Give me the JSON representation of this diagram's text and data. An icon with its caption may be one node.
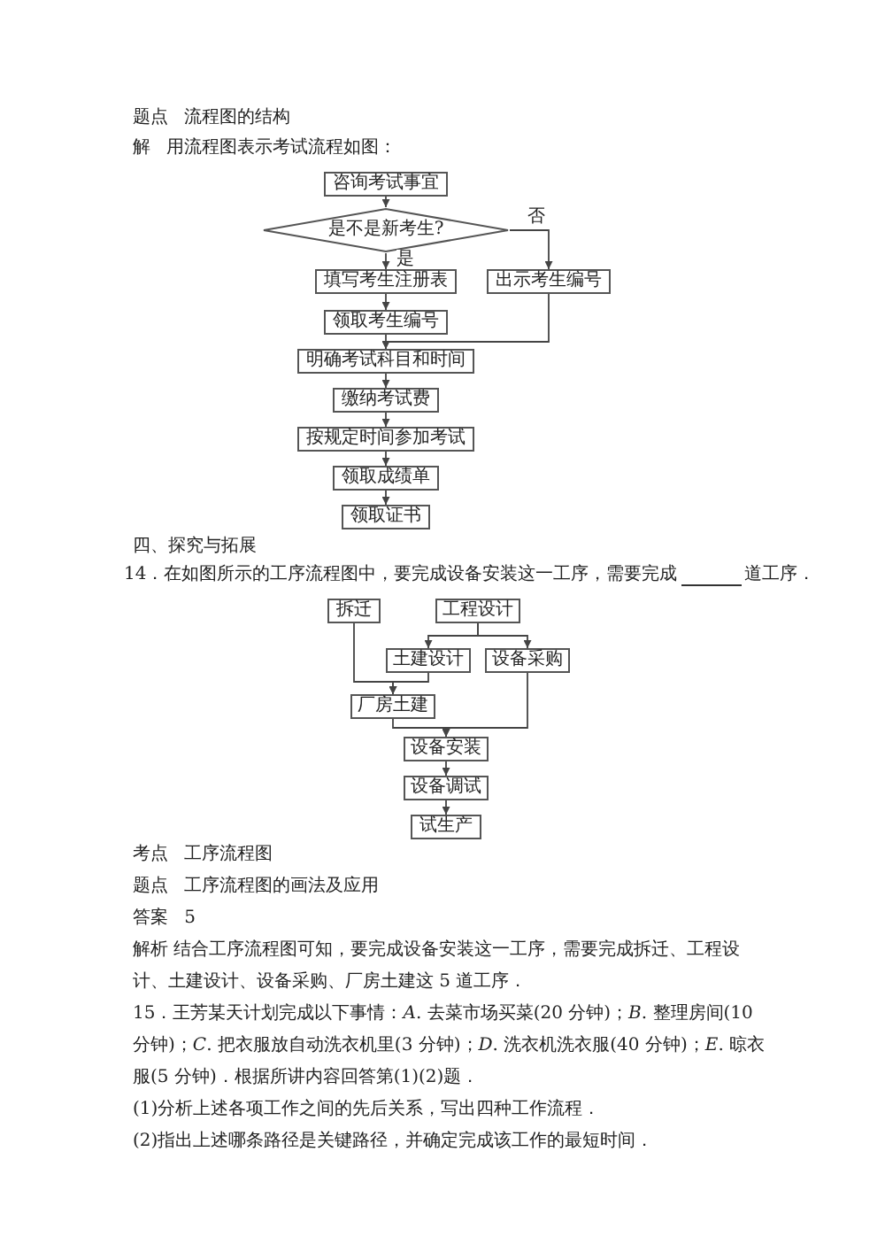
{
  "diagram": {
    "nodes": [
      {
        "text": [
          "咨询考试事宜"
        ]
      },
      {
        "text": [
          "是不是新考生?"
        ]
      },
      {
        "text": [
          "填写考生注册表"
        ]
      },
      {
        "text": [
          "出示考生编号"
        ]
      },
      {
        "text": [
          "领取考生编号"
        ]
      },
      {
        "text": [
          "明确考试科目和时间"
        ]
      },
      {
        "text": [
          "缴纳考试费"
        ]
      },
      {
        "text": [
          "按规定时间参加考试"
        ]
      },
      {
        "text": [
          "领取成绩单"
        ]
      },
      {
        "text": [
          "领取证书"
        ]
      },
      {
        "text": [
          "拆迁"
        ]
      },
      {
        "text": [
          "工程设计"
        ]
      },
      {
        "text": [
          "土建设计"
        ]
      },
      {
        "text": [
          "设备采购"
        ]
      },
      {
        "text": [
          "厂房土建"
        ]
      },
      {
        "text": [
          "设备安装"
        ]
      },
      {
        "text": [
          "设备调试"
        ]
      },
      {
        "text": [
          "试生产"
        ]
      }
    ],
    "edges": [
      {
        "from": 0,
        "to": 1,
        "arrow": "to"
      },
      {
        "from": 1,
        "to": 2,
        "arrow": "to",
        "label": "是"
      },
      {
        "from": 1,
        "to": 3,
        "arrow": "to",
        "label": "否"
      },
      {
        "from": 2,
        "to": 4,
        "arrow": "to"
      },
      {
        "from": 4,
        "to": 5,
        "arrow": "to"
      },
      {
        "from": 3,
        "to": 5,
        "arrow": "to"
      },
      {
        "from": 5,
        "to": 6,
        "arrow": "to"
      },
      {
        "from": 6,
        "to": 7,
        "arrow": "to"
      },
      {
        "from": 7,
        "to": 8,
        "arrow": "to"
      },
      {
        "from": 8,
        "to": 9,
        "arrow": "to"
      },
      {
        "from": 11,
        "to": 12,
        "arrow": "to"
      },
      {
        "from": 11,
        "to": 13,
        "arrow": "to"
      },
      {
        "from": 10,
        "to": 14,
        "arrow": "to"
      },
      {
        "from": 12,
        "to": 14,
        "arrow": "to"
      },
      {
        "from": 14,
        "to": 15,
        "arrow": "to"
      },
      {
        "from": 13,
        "to": 15,
        "arrow": "to"
      },
      {
        "from": 15,
        "to": 16,
        "arrow": "to"
      },
      {
        "from": 16,
        "to": 17,
        "arrow": "to"
      }
    ],
    "labels": [
      "题点 流程图的结构",
      "解 用流程图表示考试流程如图：",
      "四、探究与拓展",
      "14．在如图所示的工序流程图中，要完成设备安装这一工序，需要完成",
      "道工序．",
      "考点 工序流程图",
      "题点 工序流程图的画法及应用",
      "答案 5",
      "解析 结合工序流程图可知，要完成设备安装这一工序，需要完成拆迁、工程设计、土建设计、设备采购、厂房土建这 5 道工序．",
      "15．王芳某天计划完成以下事情：*A*. 去菜市场买菜(20 分钟)；*B*. 整理房间(10 分钟)；*C*. 把衣服放自动洗衣机里(3 分钟)；*D*. 洗衣机洗衣服(40 分钟)；*E*. 晾衣服(5 分钟)．根据所讲内容回答第(1)(2)题．",
      "(1)分析上述各项工作之间的先后关系，写出四种工作流程．",
      "(2)指出上述哪条路径是关键路径，并确定完成该工作的最短时间．"
    ]
  }
}
